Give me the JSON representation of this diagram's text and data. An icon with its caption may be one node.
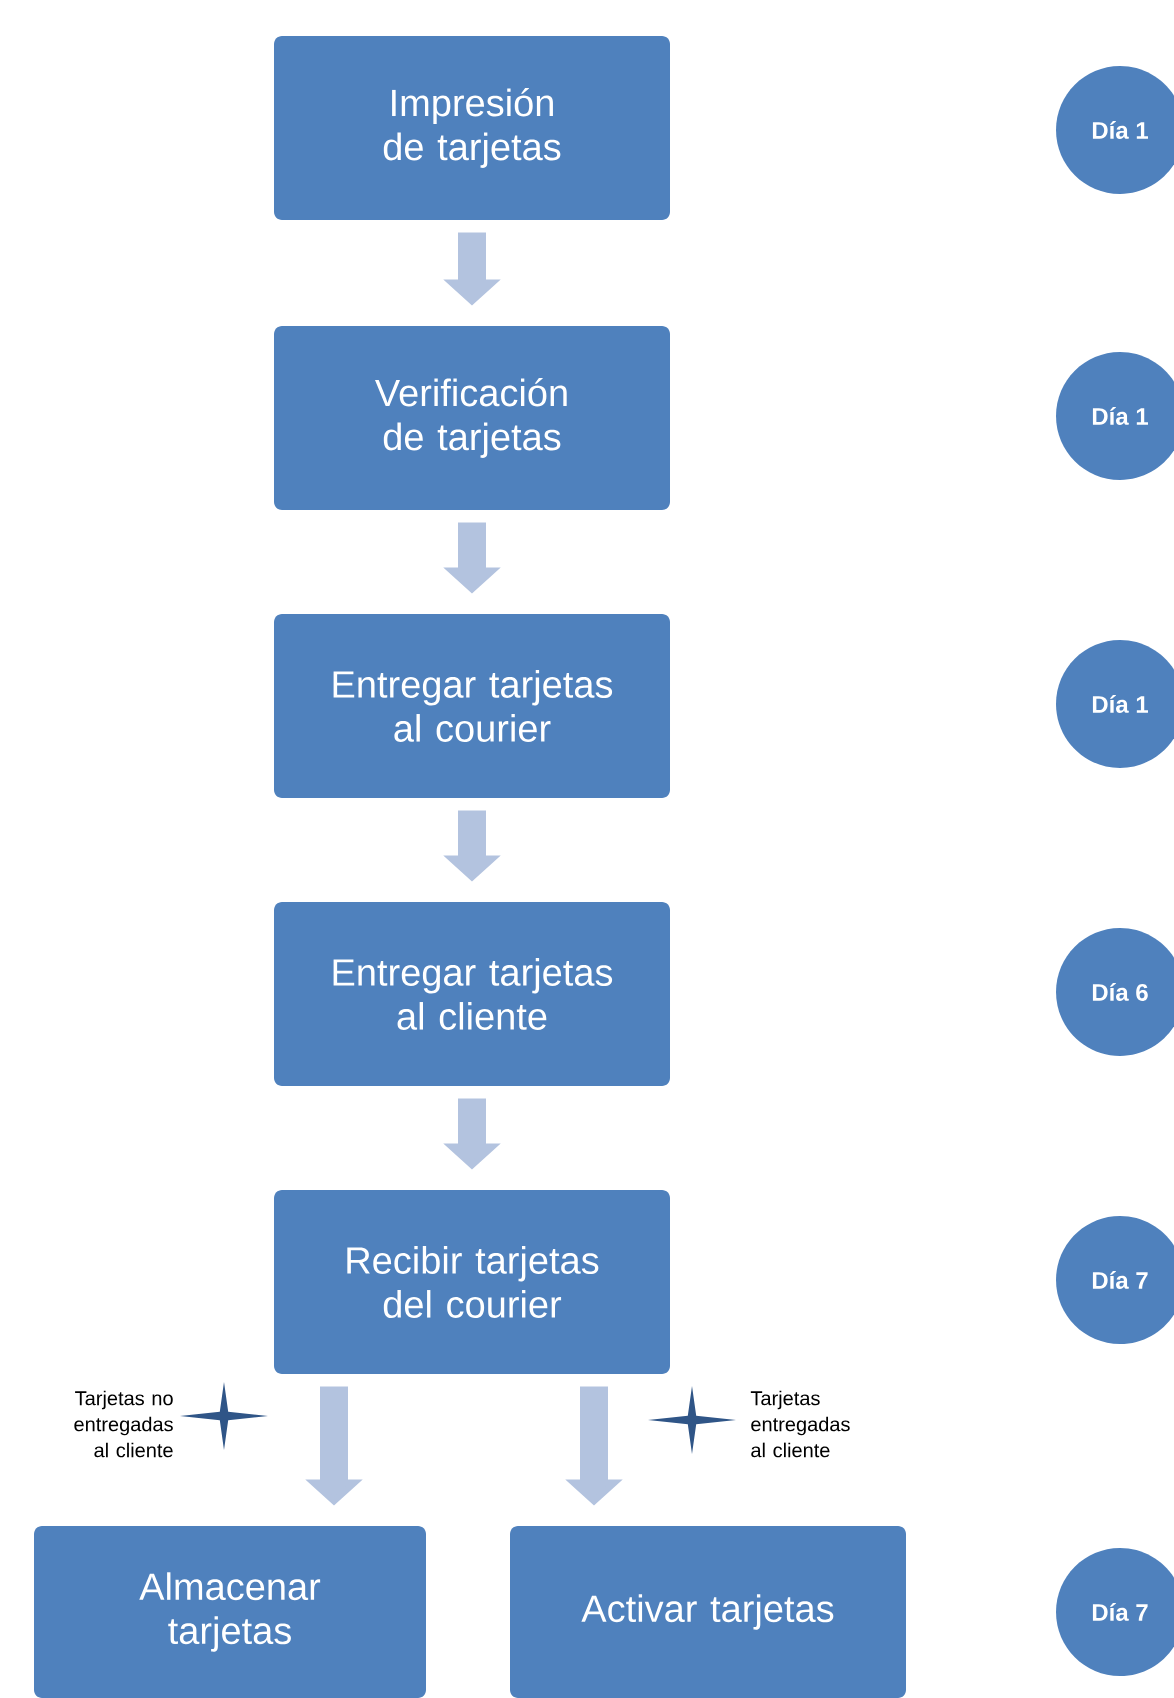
{
  "diagram": {
    "nodes": [
      {
        "text": [
          "Impresión de tarjetas"
        ]
      },
      {
        "text": [
          "Día 1"
        ]
      },
      {
        "text": [
          "Verificación de tarjetas"
        ]
      },
      {
        "text": [
          "Día 1"
        ]
      },
      {
        "text": [
          "Entregar tarjetas al courier"
        ]
      },
      {
        "text": [
          "Día 1"
        ]
      },
      {
        "text": [
          "Entregar tarjetas al cliente"
        ]
      },
      {
        "text": [
          "Día 6"
        ]
      },
      {
        "text": [
          "Recibir tarjetas del courier"
        ]
      },
      {
        "text": [
          "Día 7"
        ]
      },
      {
        "text": [
          "Almacenar tarjetas"
        ]
      },
      {
        "text": [
          "Activar tarjetas"
        ]
      },
      {
        "text": [
          "Día 7"
        ]
      }
    ],
    "edges": [
      {
        "from": 0,
        "to": 2,
        "arrow": "to"
      },
      {
        "from": 2,
        "to": 4,
        "arrow": "to"
      },
      {
        "from": 4,
        "to": 6,
        "arrow": "to"
      },
      {
        "from": 6,
        "to": 8,
        "arrow": "to"
      },
      {
        "from": 8,
        "to": 10,
        "arrow": "to"
      },
      {
        "from": 8,
        "to": 11,
        "arrow": "to"
      }
    ],
    "labels": [
      "Tarjetas no entregadas al cliente",
      "Tarjetas entregadas al cliente"
    ]
  }
}
